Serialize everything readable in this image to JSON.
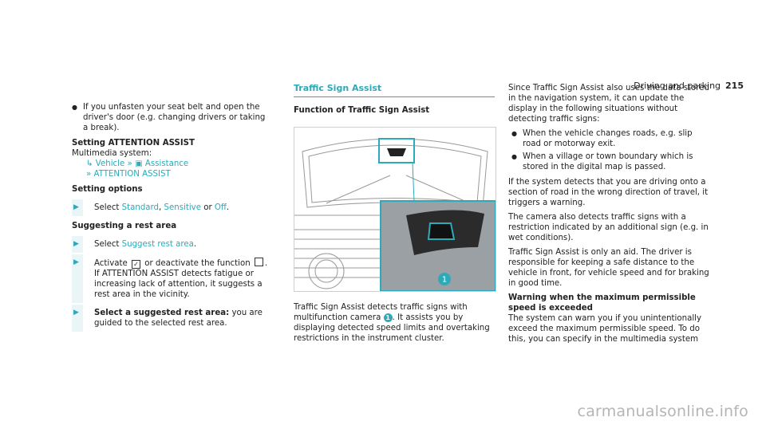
{
  "header": {
    "section": "Driving and parking",
    "page_number": "215"
  },
  "col1": {
    "bullet": "If you unfasten your seat belt and open the driver's door (e.g. changing drivers or taking a break).",
    "setting_heading": "Setting ATTENTION ASSIST",
    "setting_path_intro": "Multimedia system:",
    "path_vehicle": "Vehicle",
    "path_assistance": "Assistance",
    "path_attention": "ATTENTION ASSIST",
    "options_heading": "Setting options",
    "step1_prefix": "Select ",
    "opt_standard": "Standard",
    "comma": ", ",
    "opt_sensitive": "Sensitive",
    "or": " or ",
    "opt_off": "Off",
    "period": ".",
    "rest_heading": "Suggesting a rest area",
    "step2_prefix": "Select ",
    "suggest_link": "Suggest rest area",
    "step3_part1": "Activate ",
    "step3_part2": " or deactivate the function ",
    "step3_part3": ".",
    "step3_body": "If ATTENTION ASSIST detects fatigue or increasing lack of attention, it suggests a rest area in the vicinity.",
    "step4_bold": "Select a suggested rest area:",
    "step4_text": " you are guided to the selected rest area."
  },
  "col2": {
    "title": "Traffic Sign Assist",
    "subtitle": "Function of Traffic Sign Assist",
    "callout": "1",
    "caption_part1": "Traffic Sign Assist detects traffic signs with multifunction camera ",
    "caption_part2": ". It assists you by displaying detected speed limits and overtaking restrictions in the instrument cluster."
  },
  "col3": {
    "intro": "Since Traffic Sign Assist also uses the data stored in the navigation system, it can update the display in the following situations without detecting traffic signs:",
    "bullet1": "When the vehicle changes roads, e.g. slip road or motorway exit.",
    "bullet2": "When a village or town boundary which is stored in the digital map is passed.",
    "para1": "If the system detects that you are driving onto a section of road in the wrong direction of travel, it triggers a warning.",
    "para2": "The camera also detects traffic signs with a restriction indicated by an additional sign (e.g. in wet conditions).",
    "para3": "Traffic Sign Assist is only an aid. The driver is responsible for keeping a safe distance to the vehicle in front, for vehicle speed and for braking in good time.",
    "warn_heading": "Warning when the maximum permissible speed is exceeded",
    "para4": "The system can warn you if you unintentionally exceed the maximum permissible speed. To do this, you can specify in the multimedia system"
  },
  "watermark": "carmanualsonline.info"
}
